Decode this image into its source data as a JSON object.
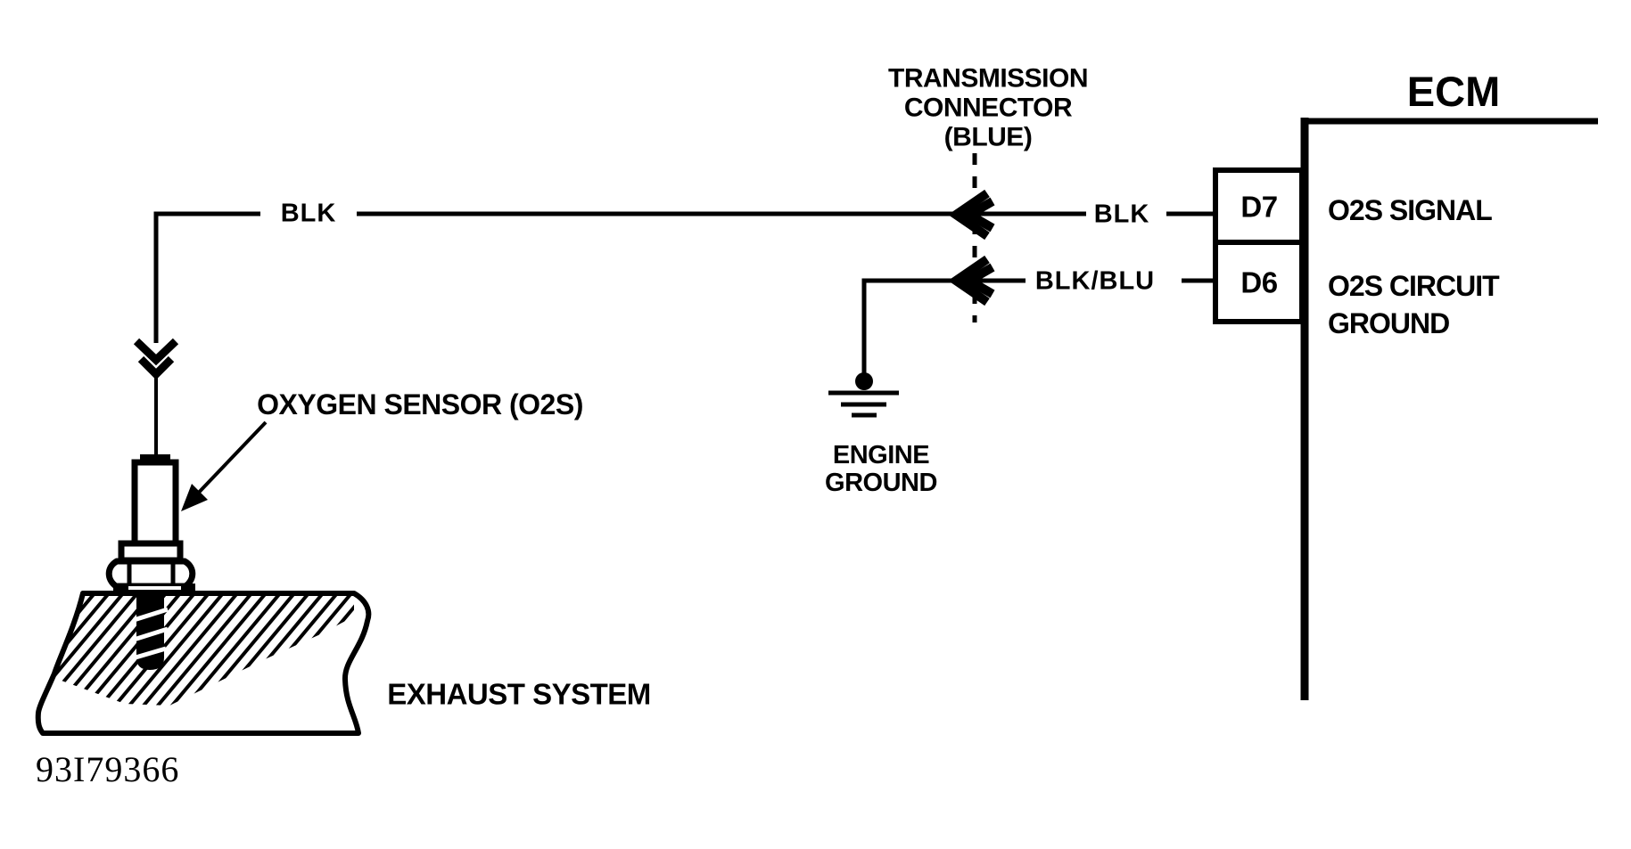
{
  "figure": {
    "id": "93I79366"
  },
  "colors": {
    "ink": "#000000",
    "paper": "#ffffff"
  },
  "ecm": {
    "title": "ECM",
    "pins": [
      {
        "pin": "D7",
        "function_line1": "O2S SIGNAL",
        "function_line2": ""
      },
      {
        "pin": "D6",
        "function_line1": "O2S CIRCUIT",
        "function_line2": "GROUND"
      }
    ]
  },
  "transmission_connector": {
    "line1": "TRANSMISSION",
    "line2": "CONNECTOR",
    "line3": "(BLUE)"
  },
  "wires": {
    "blk_left": "BLK",
    "blk_right": "BLK",
    "blk_blu": "BLK/BLU"
  },
  "ground": {
    "line1": "ENGINE",
    "line2": "GROUND"
  },
  "sensor": {
    "label": "OXYGEN SENSOR (O2S)"
  },
  "exhaust": {
    "label": "EXHAUST SYSTEM"
  },
  "connections": [
    {
      "from": "OXYGEN SENSOR (O2S)",
      "wire": "BLK",
      "through": "TRANSMISSION CONNECTOR (BLUE)",
      "to_pin": "D7",
      "to_function": "O2S SIGNAL"
    },
    {
      "from": "ENGINE GROUND",
      "wire": "BLK/BLU",
      "through": "TRANSMISSION CONNECTOR (BLUE)",
      "to_pin": "D6",
      "to_function": "O2S CIRCUIT GROUND"
    }
  ]
}
